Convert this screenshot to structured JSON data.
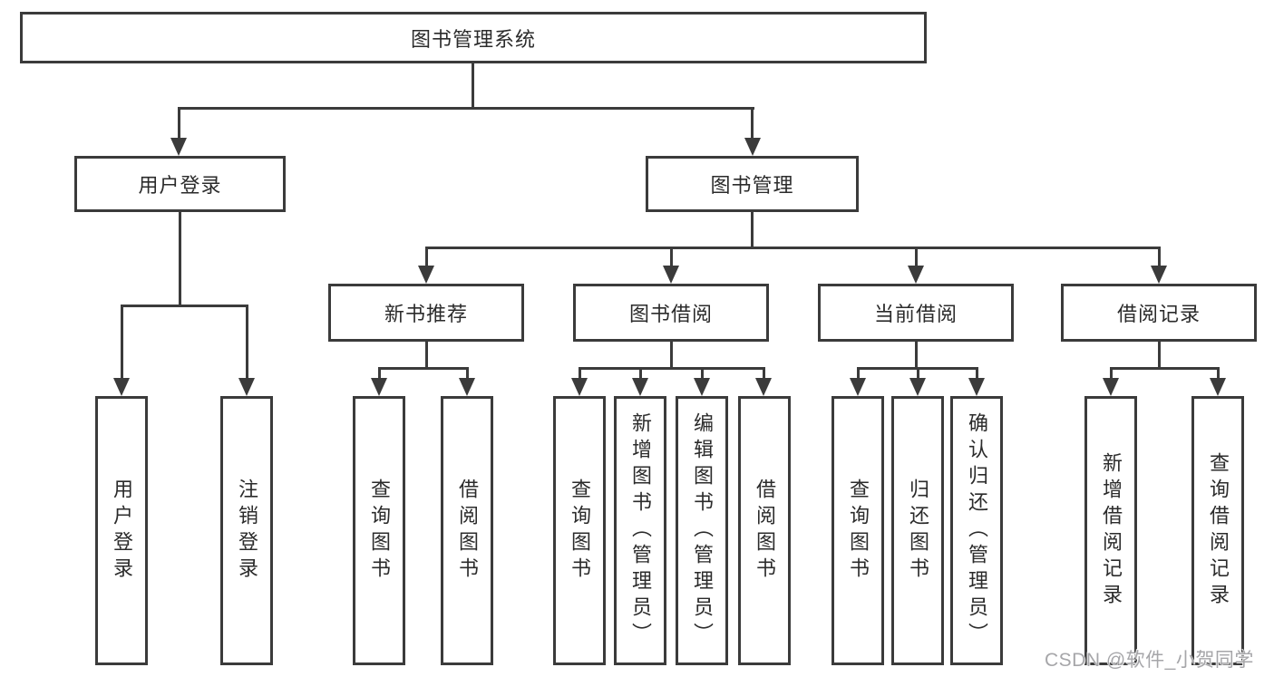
{
  "tree": {
    "root": {
      "label": "图书管理系统"
    },
    "branches": [
      {
        "label": "用户登录",
        "children": [
          {
            "label": "用户登录"
          },
          {
            "label": "注销登录"
          }
        ]
      },
      {
        "label": "图书管理",
        "groups": [
          {
            "label": "新书推荐",
            "children": [
              {
                "label": "查询图书"
              },
              {
                "label": "借阅图书"
              }
            ]
          },
          {
            "label": "图书借阅",
            "children": [
              {
                "label": "查询图书"
              },
              {
                "label": "新增图书（管理员）"
              },
              {
                "label": "编辑图书（管理员）"
              },
              {
                "label": "借阅图书"
              }
            ]
          },
          {
            "label": "当前借阅",
            "children": [
              {
                "label": "查询图书"
              },
              {
                "label": "归还图书"
              },
              {
                "label": "确认归还（管理员）"
              }
            ]
          },
          {
            "label": "借阅记录",
            "children": [
              {
                "label": "新增借阅记录"
              },
              {
                "label": "查询借阅记录"
              }
            ]
          }
        ]
      }
    ]
  },
  "watermark": "CSDN @软件_小贺同学",
  "colors": {
    "line": "#3b3b3b",
    "text": "#2b2b2b",
    "background": "#ffffff",
    "watermark": "#a6a6a9"
  }
}
